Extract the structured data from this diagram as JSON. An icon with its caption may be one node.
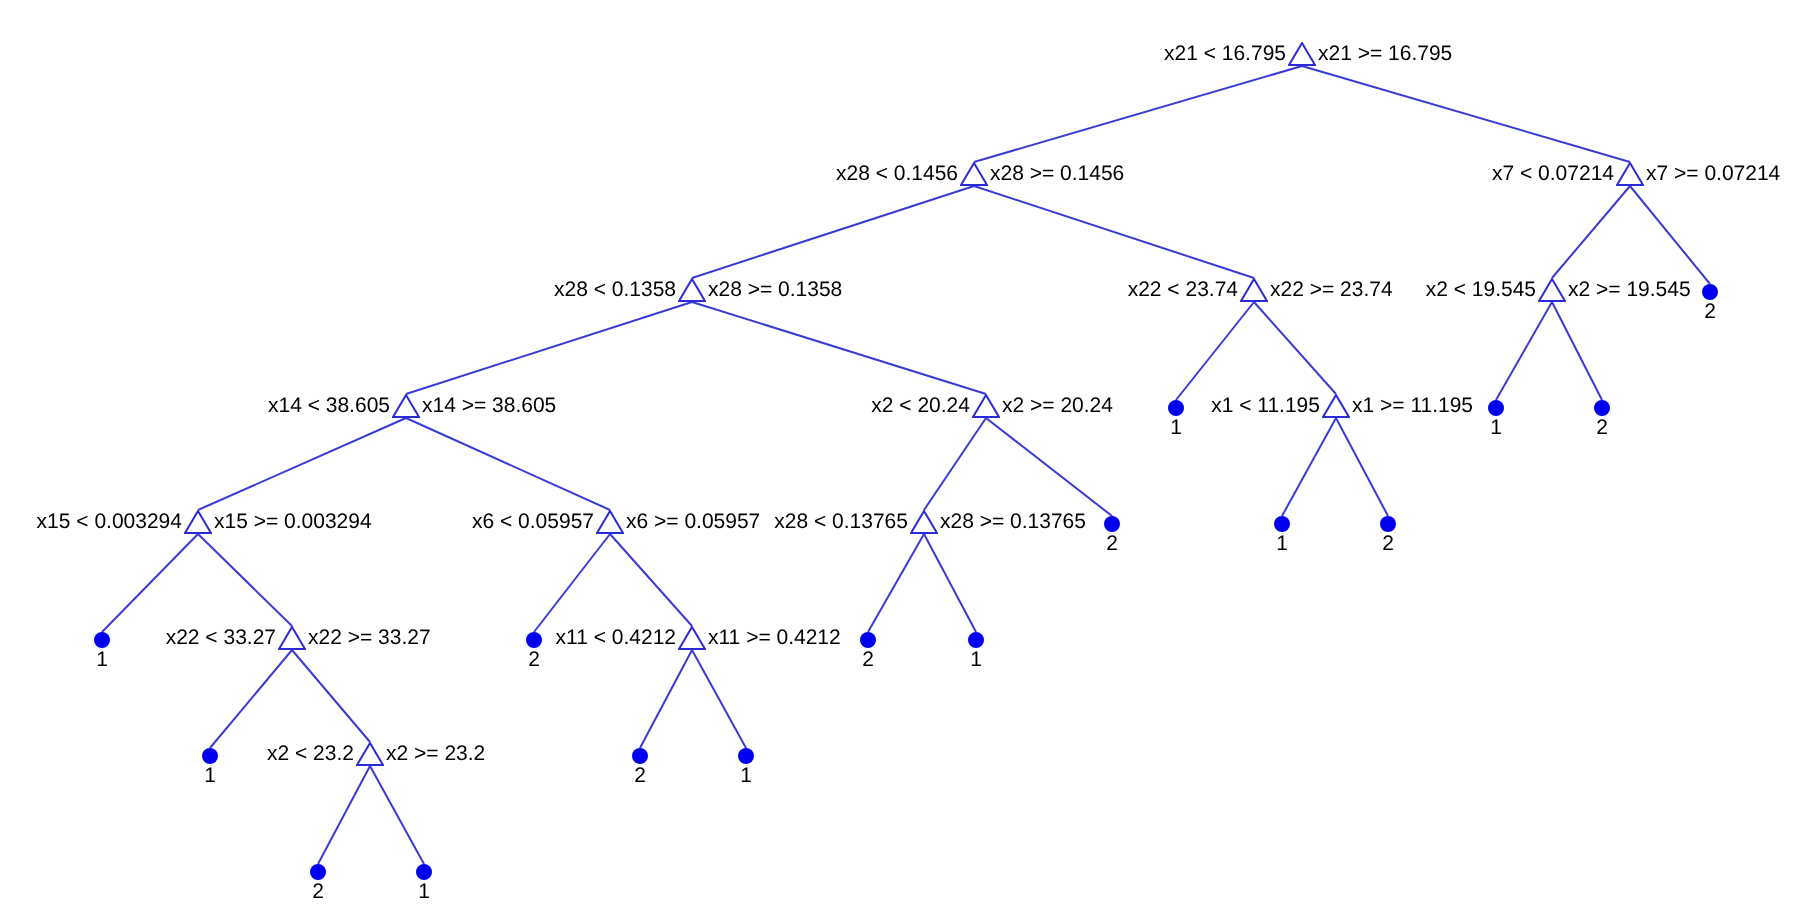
{
  "diagram": {
    "nodes": [
      {
        "text": [],
        "shape": "triangle",
        "beside": [
          "x21 < 16.795",
          "x21 >= 16.795"
        ]
      },
      {
        "text": [],
        "shape": "triangle",
        "beside": [
          "x28 < 0.1456",
          "x28 >= 0.1456"
        ]
      },
      {
        "text": [],
        "shape": "triangle",
        "beside": [
          "x7 < 0.07214",
          "x7 >= 0.07214"
        ]
      },
      {
        "text": [],
        "shape": "triangle",
        "beside": [
          "x28 < 0.1358",
          "x28 >= 0.1358"
        ]
      },
      {
        "text": [],
        "shape": "triangle",
        "beside": [
          "x22 < 23.74",
          "x22 >= 23.74"
        ]
      },
      {
        "text": [],
        "shape": "triangle",
        "beside": [
          "x2 < 19.545",
          "x2 >= 19.545"
        ]
      },
      {
        "text": [],
        "shape": "circle",
        "beside": [
          "2"
        ]
      },
      {
        "text": [],
        "shape": "triangle",
        "beside": [
          "x14 < 38.605",
          "x14 >= 38.605"
        ]
      },
      {
        "text": [],
        "shape": "triangle",
        "beside": [
          "x2 < 20.24",
          "x2 >= 20.24"
        ]
      },
      {
        "text": [],
        "shape": "circle",
        "beside": [
          "1"
        ]
      },
      {
        "text": [],
        "shape": "triangle",
        "beside": [
          "x1 < 11.195",
          "x1 >= 11.195"
        ]
      },
      {
        "text": [],
        "shape": "circle",
        "beside": [
          "1"
        ]
      },
      {
        "text": [],
        "shape": "circle",
        "beside": [
          "2"
        ]
      },
      {
        "text": [],
        "shape": "triangle",
        "beside": [
          "x15 < 0.003294",
          "x15 >= 0.003294"
        ]
      },
      {
        "text": [],
        "shape": "triangle",
        "beside": [
          "x6 < 0.05957",
          "x6 >= 0.05957"
        ]
      },
      {
        "text": [],
        "shape": "triangle",
        "beside": [
          "x28 < 0.13765",
          "x28 >= 0.13765"
        ]
      },
      {
        "text": [],
        "shape": "circle",
        "beside": [
          "2"
        ]
      },
      {
        "text": [],
        "shape": "circle",
        "beside": [
          "1"
        ]
      },
      {
        "text": [],
        "shape": "circle",
        "beside": [
          "2"
        ]
      },
      {
        "text": [],
        "shape": "circle",
        "beside": [
          "1"
        ]
      },
      {
        "text": [],
        "shape": "triangle",
        "beside": [
          "x22 < 33.27",
          "x22 >= 33.27"
        ]
      },
      {
        "text": [],
        "shape": "circle",
        "beside": [
          "2"
        ]
      },
      {
        "text": [],
        "shape": "triangle",
        "beside": [
          "x11 < 0.4212",
          "x11 >= 0.4212"
        ]
      },
      {
        "text": [],
        "shape": "circle",
        "beside": [
          "2"
        ]
      },
      {
        "text": [],
        "shape": "circle",
        "beside": [
          "1"
        ]
      },
      {
        "text": [],
        "shape": "circle",
        "beside": [
          "1"
        ]
      },
      {
        "text": [],
        "shape": "triangle",
        "beside": [
          "x2 < 23.2",
          "x2 >= 23.2"
        ]
      },
      {
        "text": [],
        "shape": "circle",
        "beside": [
          "2"
        ]
      },
      {
        "text": [],
        "shape": "circle",
        "beside": [
          "1"
        ]
      },
      {
        "text": [],
        "shape": "circle",
        "beside": [
          "2"
        ]
      },
      {
        "text": [],
        "shape": "circle",
        "beside": [
          "1"
        ]
      }
    ],
    "edges": [
      {
        "from": 0,
        "to": 1,
        "arrow": "none"
      },
      {
        "from": 0,
        "to": 2,
        "arrow": "none"
      },
      {
        "from": 1,
        "to": 3,
        "arrow": "none"
      },
      {
        "from": 1,
        "to": 4,
        "arrow": "none"
      },
      {
        "from": 2,
        "to": 5,
        "arrow": "none"
      },
      {
        "from": 2,
        "to": 6,
        "arrow": "none"
      },
      {
        "from": 3,
        "to": 7,
        "arrow": "none"
      },
      {
        "from": 3,
        "to": 8,
        "arrow": "none"
      },
      {
        "from": 4,
        "to": 9,
        "arrow": "none"
      },
      {
        "from": 4,
        "to": 10,
        "arrow": "none"
      },
      {
        "from": 5,
        "to": 11,
        "arrow": "none"
      },
      {
        "from": 5,
        "to": 12,
        "arrow": "none"
      },
      {
        "from": 7,
        "to": 13,
        "arrow": "none"
      },
      {
        "from": 7,
        "to": 14,
        "arrow": "none"
      },
      {
        "from": 8,
        "to": 15,
        "arrow": "none"
      },
      {
        "from": 8,
        "to": 16,
        "arrow": "none"
      },
      {
        "from": 10,
        "to": 17,
        "arrow": "none"
      },
      {
        "from": 10,
        "to": 18,
        "arrow": "none"
      },
      {
        "from": 13,
        "to": 19,
        "arrow": "none"
      },
      {
        "from": 13,
        "to": 20,
        "arrow": "none"
      },
      {
        "from": 14,
        "to": 21,
        "arrow": "none"
      },
      {
        "from": 14,
        "to": 22,
        "arrow": "none"
      },
      {
        "from": 15,
        "to": 23,
        "arrow": "none"
      },
      {
        "from": 15,
        "to": 24,
        "arrow": "none"
      },
      {
        "from": 20,
        "to": 25,
        "arrow": "none"
      },
      {
        "from": 20,
        "to": 26,
        "arrow": "none"
      },
      {
        "from": 22,
        "to": 27,
        "arrow": "none"
      },
      {
        "from": 22,
        "to": 28,
        "arrow": "none"
      },
      {
        "from": 26,
        "to": 29,
        "arrow": "none"
      },
      {
        "from": 26,
        "to": 30,
        "arrow": "none"
      }
    ]
  }
}
